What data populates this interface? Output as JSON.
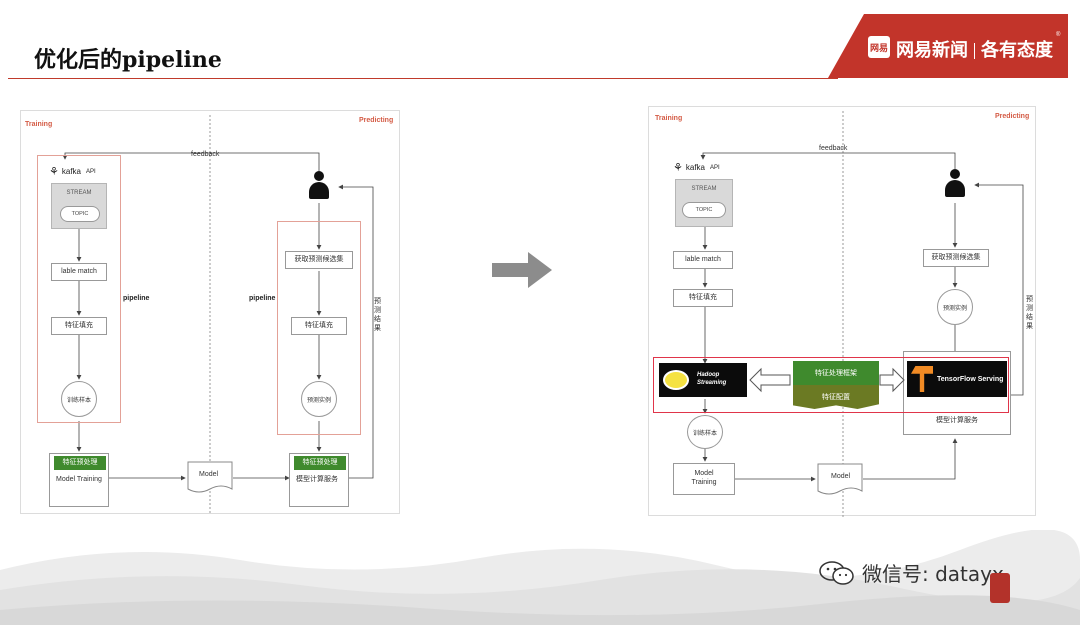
{
  "slide": {
    "title": "优化后的pipeline",
    "brand": {
      "logo": "网易",
      "name": "网易新闻",
      "slogan": "各有态度",
      "reg": "®"
    }
  },
  "left": {
    "training": "Training",
    "predicting": "Predicting",
    "feedback": "feedback",
    "kafka": "kafka",
    "api": "API",
    "stream": "STREAM",
    "topic": "TOPIC",
    "lable_match": "lable match",
    "feature_fill": "特征填充",
    "pipeline": "pipeline",
    "train_sample": "训练样本",
    "feature_preprocess": "特征预处理",
    "model_training": "Model Training",
    "model": "Model",
    "get_candidates": "获取预测候选集",
    "feature_fill_2": "特征填充",
    "predict_instance": "预测实例",
    "feature_preprocess_2": "特征预处理",
    "model_compute": "模型计算服务",
    "pipeline_2": "pipeline",
    "predict_result": "预测结果"
  },
  "right": {
    "training": "Training",
    "predicting": "Predicting",
    "feedback": "feedback",
    "kafka": "kafka",
    "api": "API",
    "stream": "STREAM",
    "topic": "TOPIC",
    "lable_match": "lable match",
    "feature_fill": "特征填充",
    "get_candidates": "获取预测候选集",
    "predict_instance": "预测实例",
    "predict_result": "预测结果",
    "hadoop_line1": "Hadoop",
    "hadoop_line2": "Streaming",
    "feature_framework": "特征处理框架",
    "feature_config": "特征配置",
    "tf_serving": "TensorFlow Serving",
    "model_compute": "模型计算服务",
    "train_sample": "训练样本",
    "model_training_1": "Model",
    "model_training_2": "Training",
    "model": "Model"
  },
  "watermark": {
    "text": "微信号: datayx",
    "icon": "wechat-icon"
  },
  "colors": {
    "brand_red": "#c2342a",
    "frame_red": "#e0354a",
    "green": "#3f8a2d",
    "olive": "#6b7a23",
    "arrow_grey": "#8c8c8c"
  }
}
